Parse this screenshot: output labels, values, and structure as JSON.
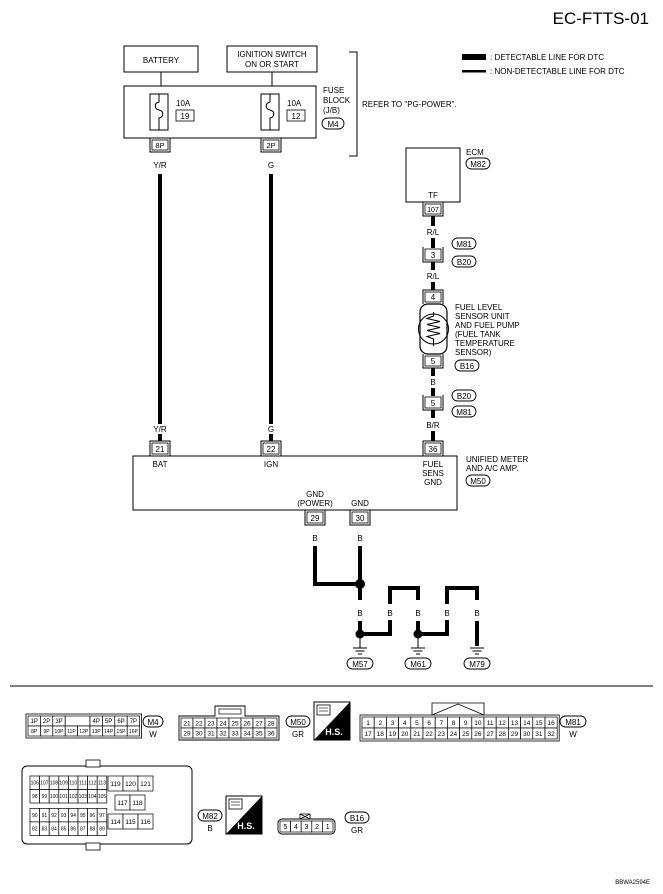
{
  "page_id": "EC-FTTS-01",
  "legend": {
    "detectable": ": DETECTABLE LINE FOR DTC",
    "non_detectable": ": NON-DETECTABLE LINE FOR DTC"
  },
  "battery": "BATTERY",
  "ignition": [
    "IGNITION SWITCH",
    "ON OR START"
  ],
  "fuse_block": {
    "label": [
      "FUSE",
      "BLOCK",
      "(J/B)"
    ],
    "connector": "M4",
    "refer": "REFER TO \"PG-POWER\".",
    "fuse1": {
      "amp": "10A",
      "num": "19",
      "pin": "8P",
      "wire": "Y/R"
    },
    "fuse2": {
      "amp": "10A",
      "num": "12",
      "pin": "2P",
      "wire": "G"
    }
  },
  "ecm": {
    "label": "ECM",
    "connector": "M82",
    "term": "TF",
    "pin": "107",
    "wire": "R/L"
  },
  "m81_b20_upper": {
    "c1": "M81",
    "pin": "3",
    "c2": "B20",
    "wire": "R/L"
  },
  "sensor": {
    "pin_top": "4",
    "pin_bot": "5",
    "label": [
      "FUEL  LEVEL",
      "SENSOR UNIT",
      "AND FUEL PUMP",
      "(FUEL TANK",
      "TEMPERATURE",
      "SENSOR)"
    ],
    "connector": "B16",
    "wire": "B"
  },
  "m81_b20_lower": {
    "c1": "B20",
    "pin": "5",
    "c2": "M81",
    "wire": "B/R"
  },
  "meter": {
    "label": [
      "UNIFIED METER",
      "AND A/C AMP."
    ],
    "connector": "M50",
    "t21": {
      "wire": "Y/R",
      "pin": "21",
      "name": "BAT"
    },
    "t22": {
      "wire": "G",
      "pin": "22",
      "name": "IGN"
    },
    "t36": {
      "wire": "B/R",
      "pin": "36",
      "name": [
        "FUEL",
        "SENS",
        "GND"
      ]
    },
    "t29": {
      "name": [
        "GND",
        "(POWER)"
      ],
      "pin": "29",
      "wire": "B"
    },
    "t30": {
      "name": "GND",
      "pin": "30",
      "wire": "B"
    }
  },
  "grounds": {
    "wire": "B",
    "g1": "M57",
    "g2": "M61",
    "g3": "M79"
  },
  "connectors": {
    "m4": {
      "id": "M4",
      "color": "W",
      "row1": [
        "1P",
        "2P",
        "3P",
        "",
        "4P",
        "5P",
        "6P",
        "7P"
      ],
      "row2": [
        "8P",
        "9P",
        "10P",
        "11P",
        "12P",
        "13P",
        "14P",
        "15P",
        "16P"
      ]
    },
    "m50": {
      "id": "M50",
      "color": "GR",
      "row1": [
        "21",
        "22",
        "23",
        "24",
        "25",
        "26",
        "27",
        "28"
      ],
      "row2": [
        "29",
        "30",
        "31",
        "32",
        "33",
        "34",
        "35",
        "36"
      ]
    },
    "m81": {
      "id": "M81",
      "color": "W",
      "row1": [
        "1",
        "2",
        "3",
        "4",
        "5",
        "6",
        "7",
        "8",
        "9",
        "10",
        "11",
        "12",
        "13",
        "14",
        "15",
        "16"
      ],
      "row2": [
        "17",
        "18",
        "19",
        "20",
        "21",
        "22",
        "23",
        "24",
        "25",
        "26",
        "27",
        "28",
        "29",
        "30",
        "31",
        "32"
      ]
    },
    "m82": {
      "id": "M82",
      "color": "B",
      "r1": [
        "106",
        "107",
        "108",
        "109",
        "110",
        "111",
        "112",
        "113"
      ],
      "r2": [
        "98",
        "99",
        "100",
        "101",
        "102",
        "103",
        "104",
        "105"
      ],
      "r3": [
        "90",
        "91",
        "92",
        "93",
        "94",
        "95",
        "96",
        "97"
      ],
      "r4": [
        "82",
        "83",
        "84",
        "85",
        "86",
        "87",
        "88",
        "89"
      ],
      "s1": [
        "119",
        "120",
        "121"
      ],
      "s2": [
        "117",
        "118"
      ],
      "s3": [
        "114",
        "115",
        "116"
      ]
    },
    "b16": {
      "id": "B16",
      "color": "GR",
      "pins": [
        "5",
        "4",
        "3",
        "2",
        "1"
      ]
    },
    "hs": "H.S."
  },
  "figure_code": "BBWA2594E"
}
